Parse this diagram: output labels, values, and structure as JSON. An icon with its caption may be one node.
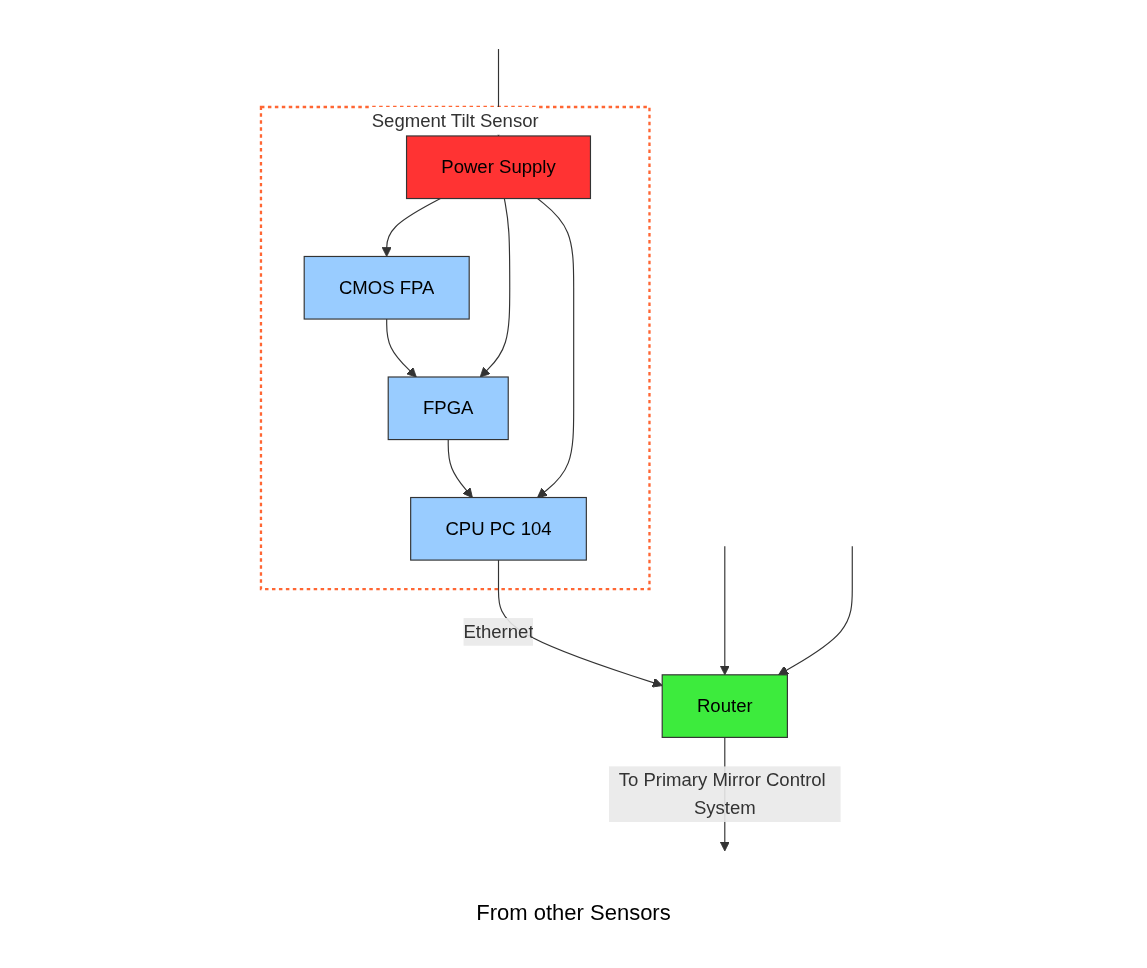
{
  "diagram": {
    "nodes": [
      {
        "text": [
          "Segment Tilt Sensor"
        ]
      },
      {
        "text": [
          "CMOS FPA"
        ],
        "in": 0
      },
      {
        "text": [
          "FPGA"
        ],
        "in": 0
      },
      {
        "text": [
          "CPU PC 104"
        ],
        "in": 0
      },
      {
        "text": [
          "Power Supply"
        ],
        "in": 0
      },
      {
        "text": [
          "Router"
        ]
      }
    ],
    "edges": [
      {
        "from": 1,
        "to": 2,
        "arrow": "to"
      },
      {
        "from": 2,
        "to": 3,
        "arrow": "to"
      },
      {
        "from": 3,
        "to": 5,
        "arrow": "to",
        "label": "Ethernet"
      },
      {
        "from": 4,
        "to": 1,
        "arrow": "to"
      },
      {
        "from": 4,
        "to": 2,
        "arrow": "to"
      },
      {
        "from": 4,
        "to": 3,
        "arrow": "to"
      },
      {
        "from": null,
        "to": 4,
        "arrow": "to"
      },
      {
        "from": null,
        "to": 5,
        "arrow": "to"
      },
      {
        "from": null,
        "to": 5,
        "arrow": "to"
      },
      {
        "from": 5,
        "to": null,
        "arrow": "to",
        "label": "To Primary Mirror Control System"
      }
    ],
    "labels": [
      "From other Sensors"
    ]
  }
}
